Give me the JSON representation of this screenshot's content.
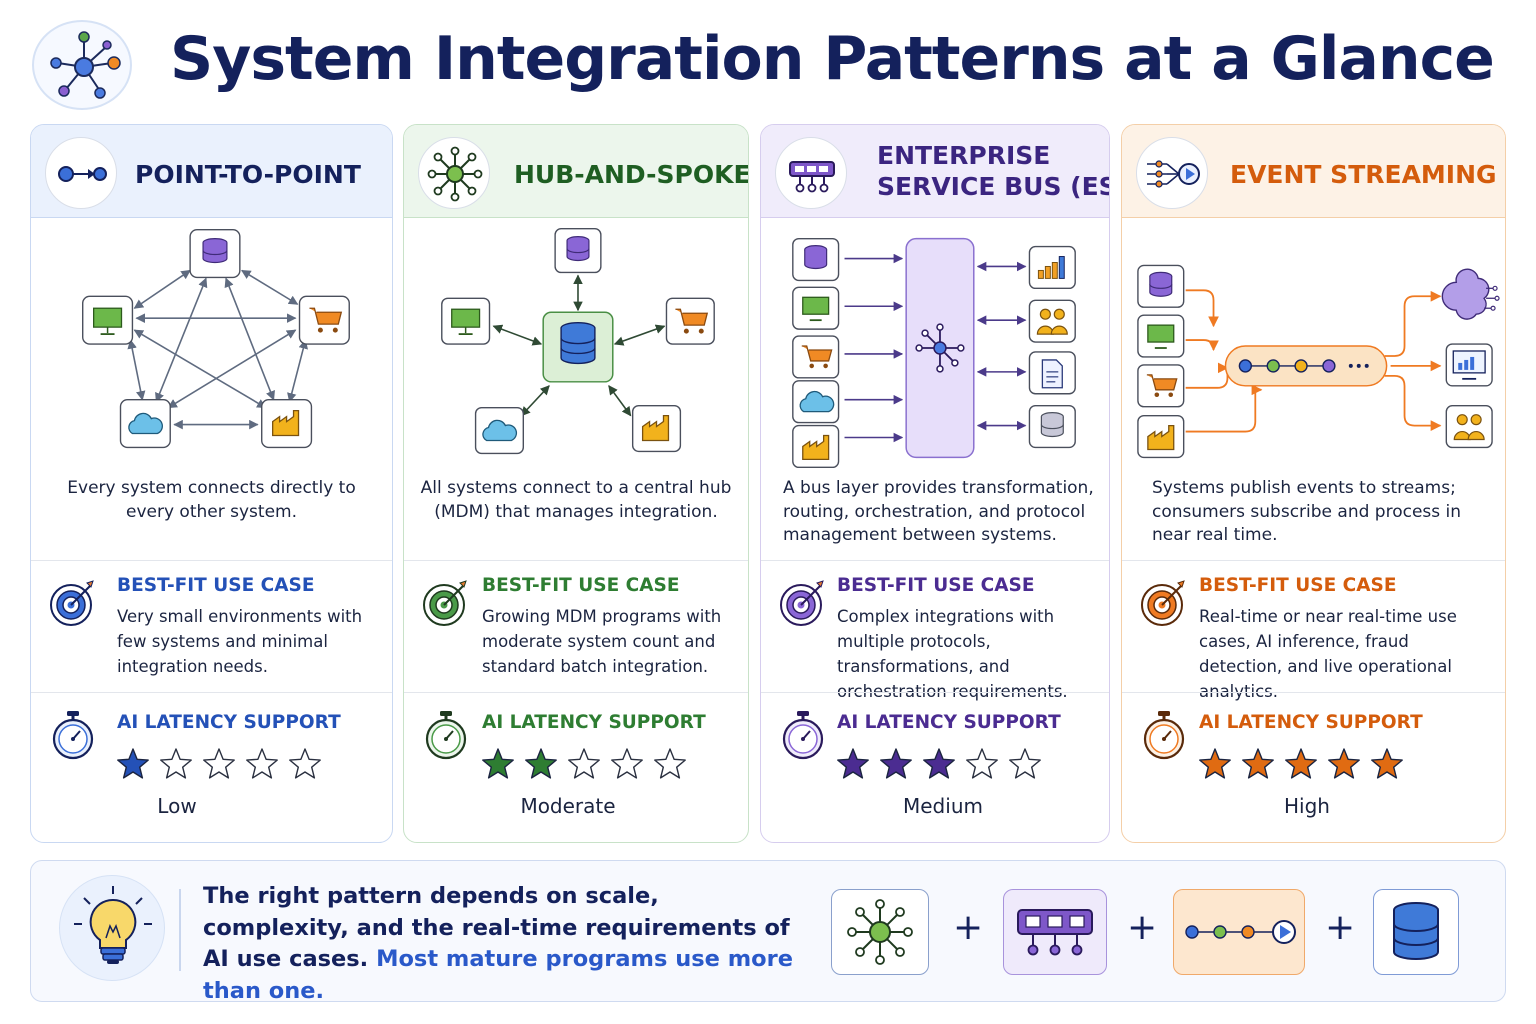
{
  "title": "System Integration Patterns at a Glance",
  "section_labels": {
    "best_fit": "BEST-FIT USE CASE",
    "latency": "AI LATENCY SUPPORT"
  },
  "cards": [
    {
      "title": "POINT-TO-POINT",
      "accent": "#2451b7",
      "description": "Every system connects directly to every other system.",
      "best_fit": "Very small environments with few systems and minimal integration needs.",
      "stars": 1,
      "level": "Low"
    },
    {
      "title": "HUB-AND-SPOKE",
      "accent": "#2e7d32",
      "description": "All systems connect to a central hub (MDM) that manages integration.",
      "best_fit": "Growing MDM programs with moderate system count and standard batch integration.",
      "stars": 2,
      "level": "Moderate"
    },
    {
      "title_line1": "ENTERPRISE",
      "title_line2": "SERVICE BUS (ESB)",
      "accent": "#4b2c91",
      "description": "A bus layer provides transformation, routing, orchestration, and protocol management between systems.",
      "best_fit": "Complex integrations with multiple protocols, transformations, and orchestration requirements.",
      "stars": 3,
      "level": "Medium"
    },
    {
      "title": "EVENT STREAMING",
      "accent": "#e06b12",
      "description": "Systems publish events to streams; consumers subscribe and process in near real time.",
      "best_fit": "Real-time or near real-time use cases, AI inference, fraud detection, and live operational analytics.",
      "stars": 5,
      "level": "High"
    }
  ],
  "footer": {
    "text": "The right pattern depends on scale, complexity, and the real-time requirements of AI use cases.",
    "highlight": "Most mature programs use more than one.",
    "plus": "+"
  }
}
